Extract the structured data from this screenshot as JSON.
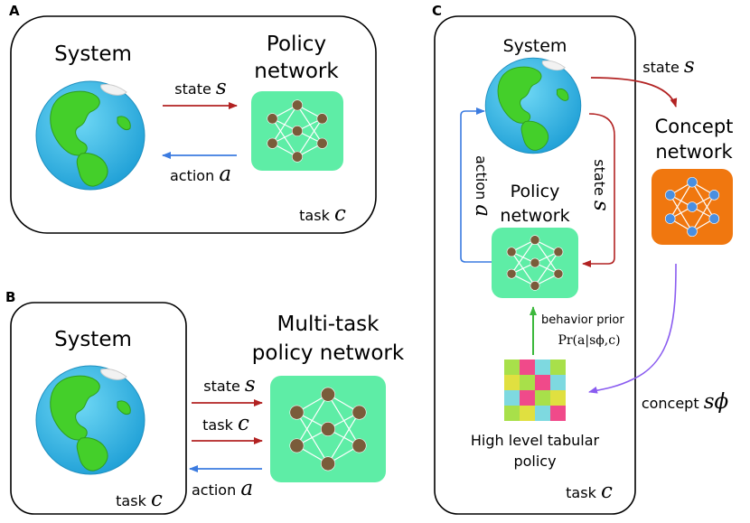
{
  "panels": {
    "a": {
      "letter": "A",
      "system_title": "System",
      "network_line1": "Policy",
      "network_line2": "network",
      "state_label": "state",
      "state_var": "s",
      "action_label": "action",
      "action_var": "a",
      "task_label": "task",
      "task_var": "c"
    },
    "b": {
      "letter": "B",
      "system_title": "System",
      "network_line1": "Multi-task",
      "network_line2": "policy network",
      "state_label": "state",
      "state_var": "s",
      "task_in_label": "task",
      "task_in_var": "c",
      "action_label": "action",
      "action_var": "a",
      "task_label": "task",
      "task_var": "c"
    },
    "c": {
      "letter": "C",
      "system_title": "System",
      "state_out_label": "state",
      "state_out_var": "s",
      "concept_line1": "Concept",
      "concept_line2": "network",
      "action_label": "action",
      "action_var": "a",
      "state_in_label": "state",
      "state_in_var": "s",
      "policy_line1": "Policy",
      "policy_line2": "network",
      "prior_label": "behavior prior",
      "prior_formula": "Pr(a|sϕ,c)",
      "concept_label": "concept",
      "concept_var": "sϕ",
      "tabular_line1": "High level tabular",
      "tabular_line2": "policy",
      "task_label": "task",
      "task_var": "c"
    }
  },
  "colors": {
    "state_arrow": "#b22222",
    "action_arrow": "#3b7be0",
    "concept_arrow": "#8a5cf0",
    "prior_arrow": "#3cb83c",
    "policy_net_fill": "#5eeda6",
    "concept_net_fill": "#f0770f",
    "policy_node": "#7a5c3a",
    "concept_node": "#4a8fe0",
    "ocean": "#2ab6e6",
    "land": "#44cf2a"
  },
  "tabular_grid": [
    [
      "#a8e04a",
      "#f04a8a",
      "#7ed9e0",
      "#a8e04a"
    ],
    [
      "#e0e040",
      "#a8e04a",
      "#f04a8a",
      "#7ed9e0"
    ],
    [
      "#7ed9e0",
      "#f04a8a",
      "#a8e04a",
      "#e0e040"
    ],
    [
      "#a8e04a",
      "#e0e040",
      "#7ed9e0",
      "#f04a8a"
    ]
  ],
  "icons": [
    "earth-globe-icon",
    "neural-network-icon"
  ]
}
